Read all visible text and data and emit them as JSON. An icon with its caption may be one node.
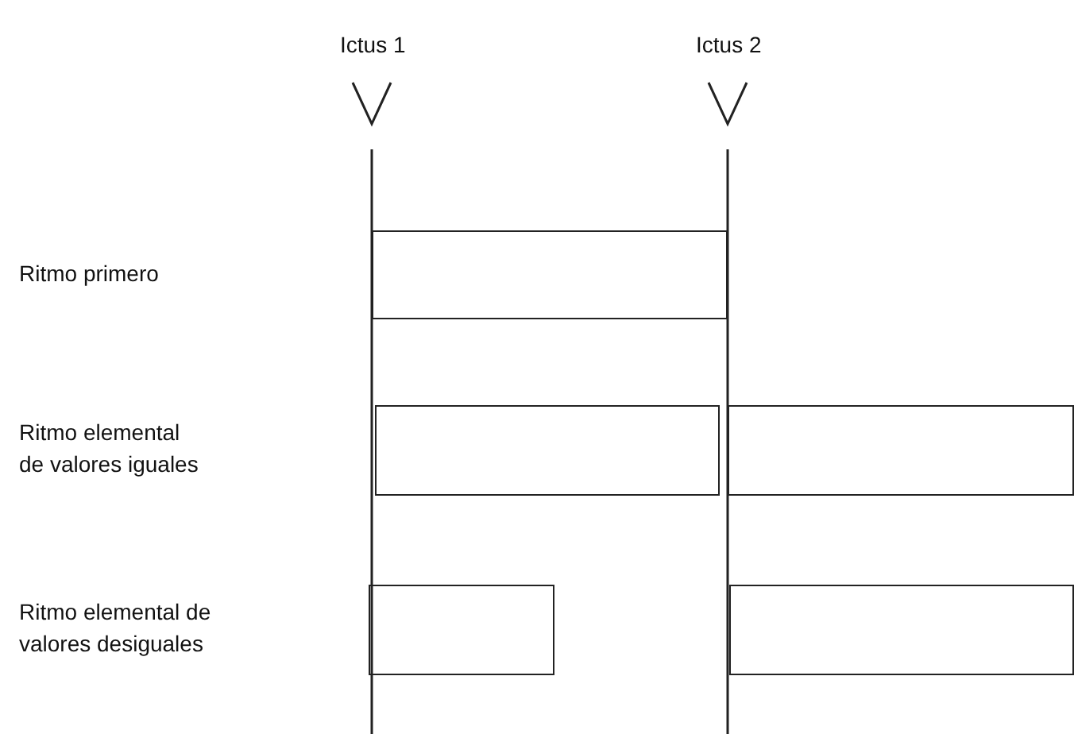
{
  "diagram": {
    "nodes": [
      {
        "text": [],
        "shape": "box"
      },
      {
        "text": [],
        "shape": "box"
      },
      {
        "text": [],
        "shape": "box"
      },
      {
        "text": [],
        "shape": "box"
      },
      {
        "text": [],
        "shape": "box"
      }
    ],
    "labels": [
      "Ictus 1",
      "Ictus 2",
      "Ritmo primero",
      "Ritmo elemental de valores iguales",
      "Ritmo elemental de valores desiguales"
    ]
  }
}
